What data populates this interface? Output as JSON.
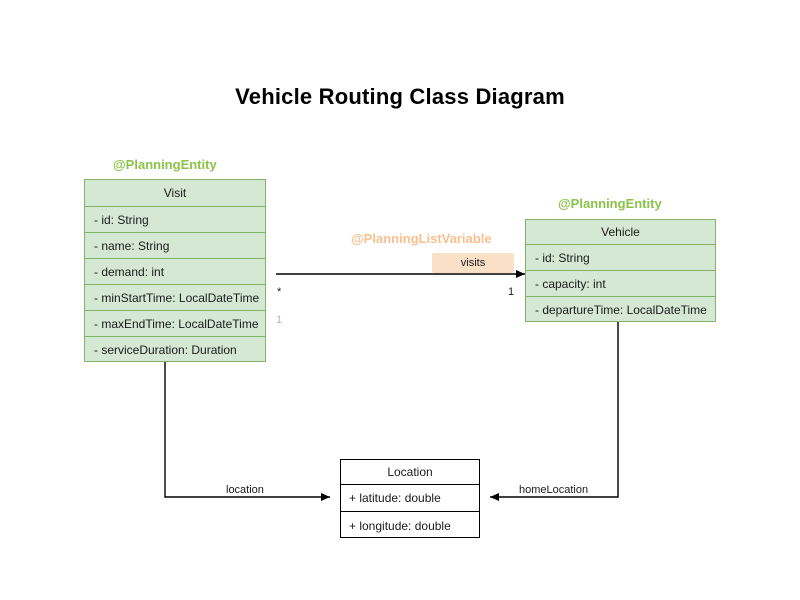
{
  "title": "Vehicle Routing Class Diagram",
  "colors": {
    "entity_fill": "#d5e8d4",
    "entity_border": "#82b366",
    "plain_fill": "#ffffff",
    "plain_border": "#000000",
    "annotation_green": "#8bc34a",
    "annotation_peach": "#fac090",
    "role_chip_fill": "#fbe0c8",
    "multiplicity_lilac": "#c5a8dd",
    "edge_stroke": "#000000",
    "background": "#ffffff"
  },
  "classes": {
    "visit": {
      "annotation": "@PlanningEntity",
      "name": "Visit",
      "attributes": [
        "- id: String",
        "- name: String",
        "- demand: int",
        "- minStartTime: LocalDateTime",
        "- maxEndTime: LocalDateTime",
        "- serviceDuration: Duration"
      ]
    },
    "vehicle": {
      "annotation": "@PlanningEntity",
      "name": "Vehicle",
      "attributes": [
        "- id: String",
        "- capacity: int",
        "- departureTime: LocalDateTime"
      ]
    },
    "location": {
      "name": "Location",
      "attributes": [
        "+ latitude: double",
        "+ longitude: double"
      ]
    }
  },
  "relationships": {
    "visits": {
      "annotation": "@PlanningListVariable",
      "role": "visits",
      "source_multiplicity": "1",
      "target_multiplicity": "*",
      "extra_multiplicity": "1"
    },
    "location": {
      "role": "location"
    },
    "home_location": {
      "role": "homeLocation"
    }
  }
}
